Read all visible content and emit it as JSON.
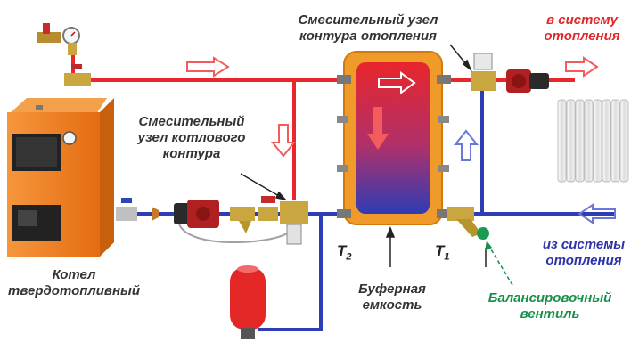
{
  "labels": {
    "mixing_heating_line1": "Смесительный узел",
    "mixing_heating_line2": "контура отопления",
    "to_system_line1": "в систему",
    "to_system_line2": "отопления",
    "mixing_boiler_line1": "Смесительный",
    "mixing_boiler_line2": "узел котлового",
    "mixing_boiler_line3": "контура",
    "boiler_line1": "Котел",
    "boiler_line2": "твердотопливный",
    "from_system_line1": "из системы",
    "from_system_line2": "отопления",
    "buffer_line1": "Буферная",
    "buffer_line2": "емкость",
    "balancing_line1": "Балансировочный",
    "balancing_line2": "вентиль",
    "t2_main": "T",
    "t2_sub": "2",
    "t1_main": "T",
    "t1_sub": "1"
  },
  "colors": {
    "hot_pipe": "#e8262b",
    "cold_pipe": "#2e3cb5",
    "boiler": "#f07b1f",
    "tank_shell": "#f09a2a",
    "expansion_tank": "#e32626",
    "flow_arrow_red": "#f25c5c",
    "flow_arrow_blue": "#6b78d8",
    "balancing_valve": "#1c9a54"
  },
  "icons": [
    "boiler-icon",
    "pressure-gauge-icon",
    "pump-icon",
    "valve-icon",
    "mixing-valve-icon",
    "strainer-icon",
    "expansion-tank-icon",
    "radiator-icon",
    "buffer-tank-icon",
    "balancing-valve-icon",
    "flow-arrow-icon"
  ]
}
